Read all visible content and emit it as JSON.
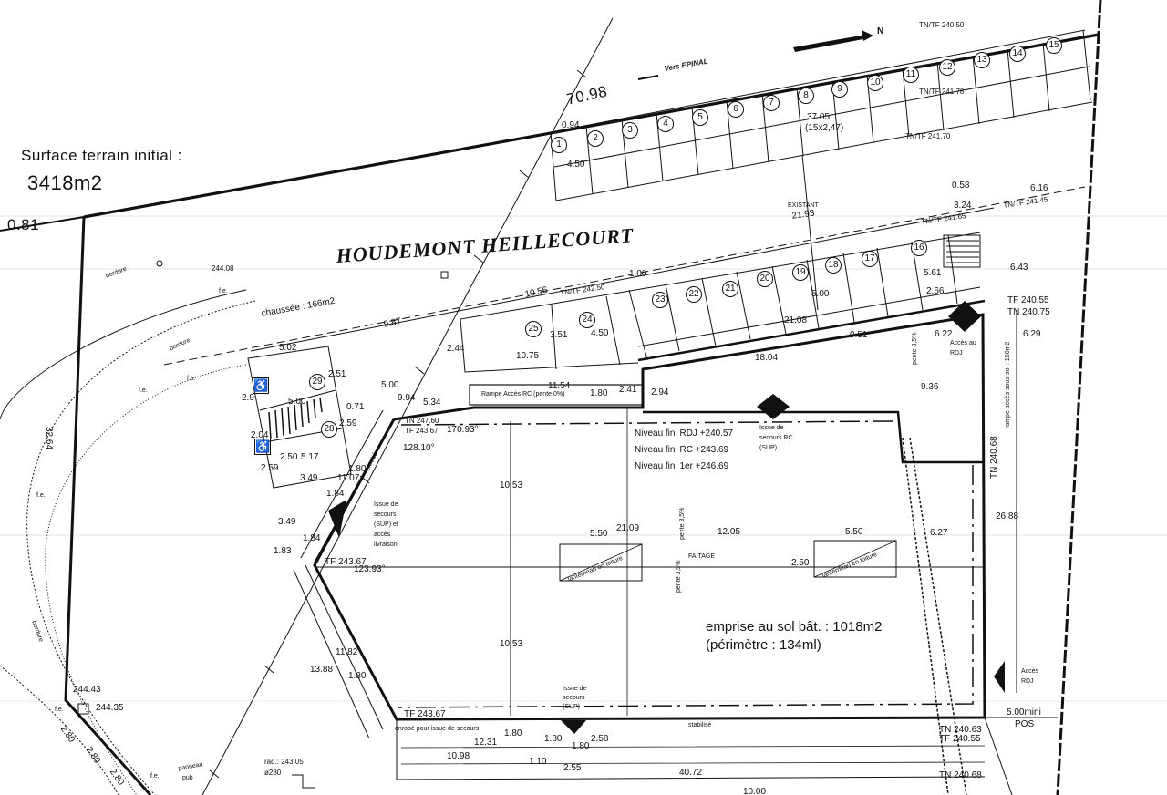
{
  "header": {
    "surface_label": "Surface terrain initial :",
    "surface_value": "3418m2",
    "place_name": "HOUDEMONT  HEILLECOURT",
    "direction_label": "Vers EPINAL",
    "north_label": "N"
  },
  "building": {
    "levels": [
      "Niveau fini RDJ +240.57",
      "Niveau fini RC +243.69",
      "Niveau fini 1er +246.69"
    ],
    "emprise": "emprise au sol bât. : 1018m2",
    "perimetre": "(périmètre : 134ml)",
    "faitage": "FAITAGE",
    "lanterneau_1": "lanterneau en toiture",
    "lanterneau_2": "lanterneau en toiture"
  },
  "parking_spaces": [
    "1",
    "2",
    "3",
    "4",
    "5",
    "6",
    "7",
    "8",
    "9",
    "10",
    "11",
    "12",
    "13",
    "14",
    "15",
    "16",
    "17",
    "18",
    "19",
    "20",
    "21",
    "22",
    "23",
    "24",
    "25",
    "28",
    "29"
  ],
  "dimensions": [
    "70.98",
    "0.94",
    "4.50",
    "37.05",
    "(15x2,47)",
    "0.81",
    "32.64",
    "5.02",
    "9.87",
    "10.56",
    "1.00",
    "21.93",
    "3.24",
    "0.58",
    "6.16",
    "6.43",
    "5.61",
    "2.66",
    "6.22",
    "6.29",
    "0.51",
    "21.08",
    "5.00",
    "18.04",
    "3.51",
    "4.50",
    "2.44",
    "10.75",
    "11.54",
    "1.80",
    "2.41",
    "2.94",
    "9.36",
    "5.00",
    "9.94",
    "5.34",
    "2.51",
    "2.9",
    "5.00",
    "0.71",
    "2.04",
    "2.59",
    "2.50",
    "5.17",
    "2.59",
    "3.49",
    "11.07",
    "1.80",
    "1.84",
    "3.49",
    "1.84",
    "1.83",
    "10.53",
    "10.53",
    "21.09",
    "5.50",
    "12.05",
    "5.50",
    "6.27",
    "2.50",
    "26.88",
    "11.82",
    "13.88",
    "1.80",
    "12.31",
    "1.80",
    "1.80",
    "1.80",
    "2.58",
    "10.98",
    "1.10",
    "2.55",
    "40.72",
    "10.00",
    "5.00mini",
    "POS",
    "2.80",
    "2.80",
    "2.80"
  ],
  "angles": [
    "170.93°",
    "128.10°",
    "123.93°"
  ],
  "elevations": [
    "TN/TF 240.50",
    "TN/TF 241.78",
    "TN/TF 241.70",
    "TN/TF 241.65",
    "TN/TF 241.45",
    "TN/TF 242.50",
    "TF 240.55",
    "TN 240.75",
    "TN 240.68",
    "TN 247.60",
    "TF 243.67",
    "TF 243.67",
    "TF 243.67",
    "TN 240.63",
    "TF 240.55",
    "TN 240.68",
    "244.43",
    "244.35",
    "244.08",
    "rad.: 243.05",
    "ø280"
  ],
  "annotations": [
    "EXISTANT",
    "chaussée : 166m2",
    "Rampe Accès RC (pente 0%)",
    "Accès au",
    "RDJ",
    "Issue de",
    "secours RC",
    "(SUP)",
    "Issue de",
    "secours",
    "(SUP) et",
    "accès",
    "livraison",
    "Issue de",
    "secours",
    "(SUP)",
    "enrobé pour issue de secours",
    "stabilisé",
    "Accès",
    "RDJ",
    "panneau",
    "pub",
    "enrobé",
    "rampe accès sous-sol : 150m2",
    "pente 3,5%",
    "pente 3,5%",
    "pente 3,5%",
    "bordure",
    "bordure",
    "bordure",
    "f.e.",
    "f.e.",
    "f.e.",
    "f.e.",
    "f.e.",
    "f.e."
  ]
}
